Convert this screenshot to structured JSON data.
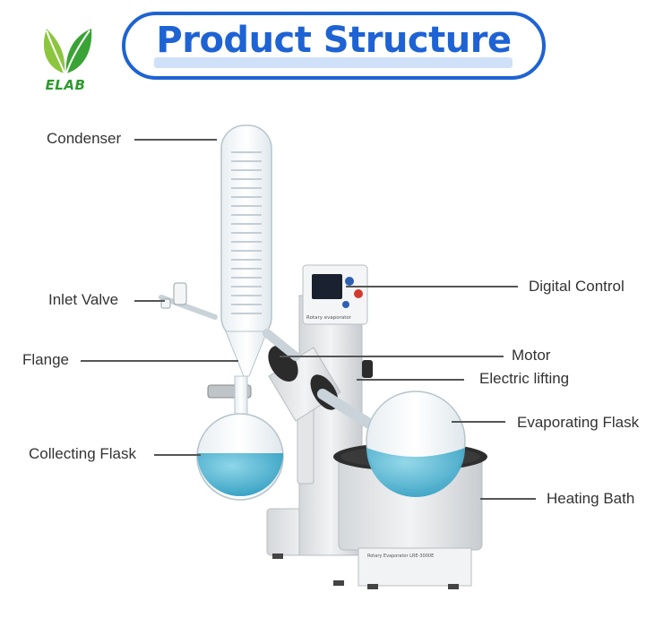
{
  "brand": {
    "name": "ELAB"
  },
  "title": "Product Structure",
  "colors": {
    "accent": "#1e63d3",
    "brand_green": "#2e9a2e",
    "liquid": "#4fb9d3",
    "body": "#e6e8ea",
    "leader": "#555555"
  },
  "labels": {
    "condenser": "Condenser",
    "inlet_valve": "Inlet Valve",
    "flange": "Flange",
    "collecting_flask": "Collecting Flask",
    "digital_control": "Digital Control",
    "motor": "Motor",
    "electric_lifting": "Electric lifting",
    "evaporating_flask": "Evaporating Flask",
    "heating_bath": "Heating Bath"
  },
  "device_text": {
    "panel": "Rotary evaporator",
    "bath_plate": "Rotary Evaporator   LRE-3000E"
  }
}
